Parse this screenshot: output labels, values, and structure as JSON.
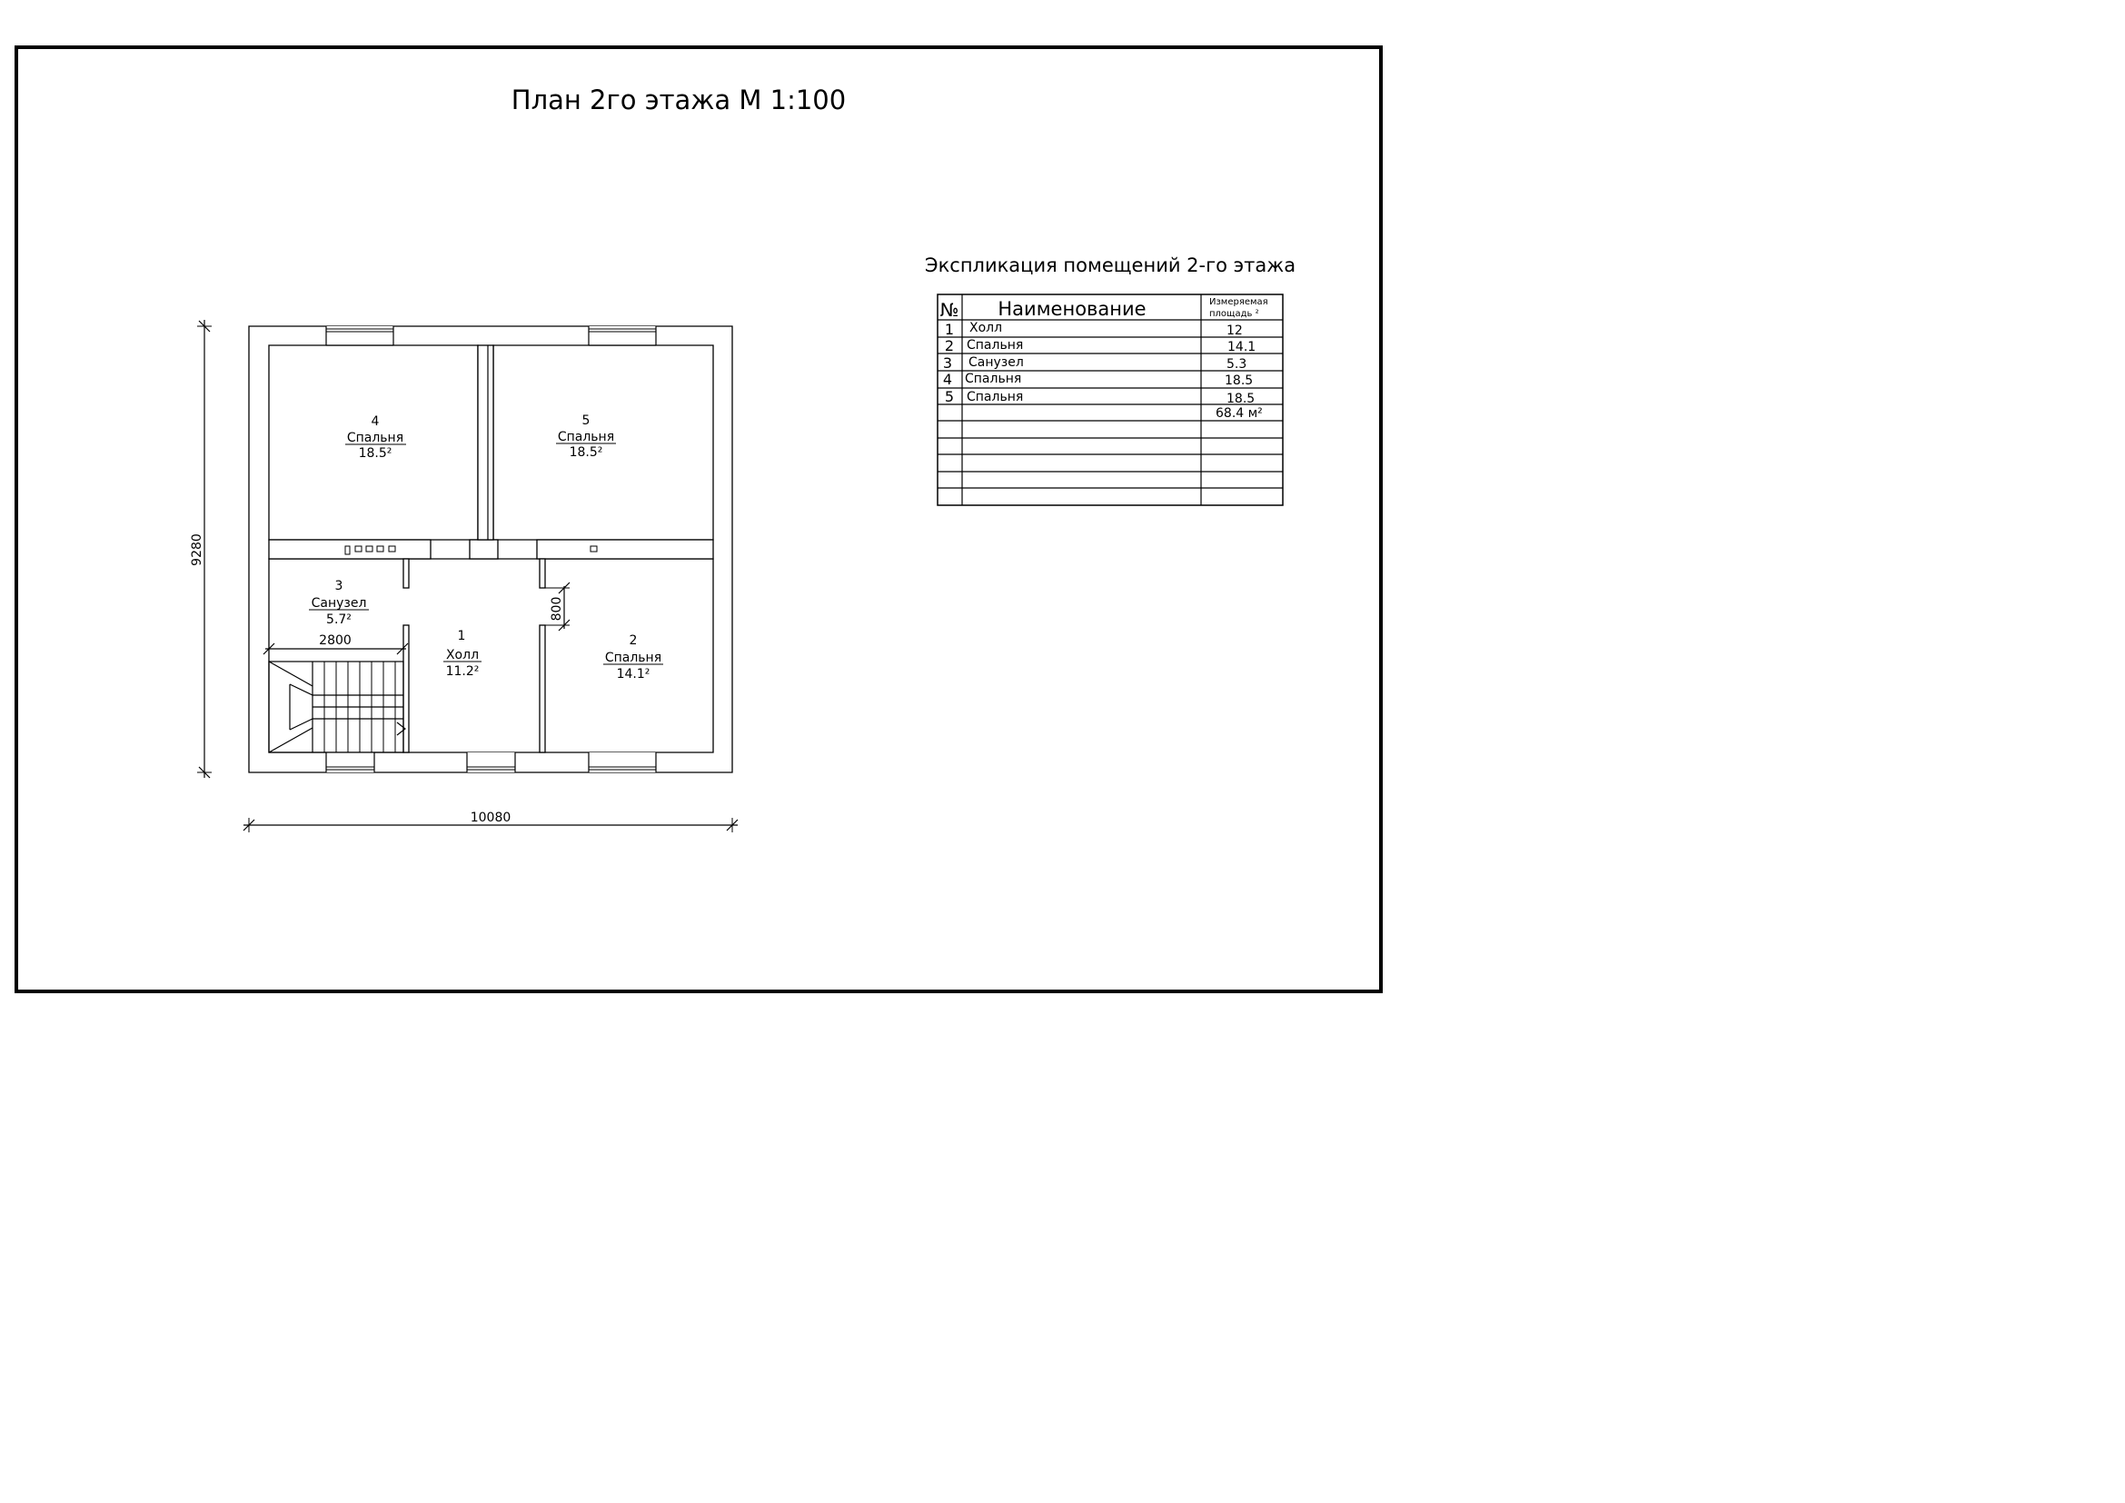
{
  "title": "План 2го этажа  М 1:100",
  "rooms": [
    {
      "num": "4",
      "name": "Спальня",
      "area": "18.5²"
    },
    {
      "num": "5",
      "name": "Спальня",
      "area": "18.5²"
    },
    {
      "num": "3",
      "name": "Санузел",
      "area": "5.7²"
    },
    {
      "num": "1",
      "name": "Холл",
      "area": "11.2²"
    },
    {
      "num": "2",
      "name": "Спальня",
      "area": "14.1²"
    }
  ],
  "dimensions": {
    "width": "10080",
    "height": "9280",
    "bath_width": "2800",
    "door": "800"
  },
  "explication": {
    "title": "Экспликация помещений 2-го этажа",
    "headers": {
      "num": "№",
      "name": "Наименование",
      "area_line1": "Измеряемая",
      "area_line2": "площадь ²"
    },
    "rows": [
      {
        "num": "1",
        "name": "Холл",
        "area": "12"
      },
      {
        "num": "2",
        "name": "Спальня",
        "area": "14.1"
      },
      {
        "num": "3",
        "name": "Санузел",
        "area": "5.3"
      },
      {
        "num": "4",
        "name": "Спальня",
        "area": "18.5"
      },
      {
        "num": "5",
        "name": "Спальня",
        "area": "18.5"
      }
    ],
    "total": "68.4 м²"
  }
}
